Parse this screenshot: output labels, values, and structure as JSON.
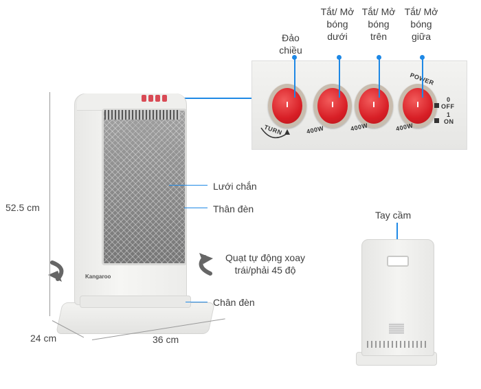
{
  "buttons": {
    "reverse": {
      "label": "Đảo chiều"
    },
    "bottom_bulb": {
      "label": "Tắt/ Mở bóng dưới"
    },
    "top_bulb": {
      "label": "Tắt/ Mở bóng trên"
    },
    "middle_bulb": {
      "label": "Tắt/ Mở bóng giữa"
    }
  },
  "panel": {
    "turn": "TURN",
    "power": "POWER",
    "watt_1": "400W",
    "watt_2": "400W",
    "watt_3": "400W",
    "off_num": "0",
    "off_label": "OFF",
    "on_num": "1",
    "on_label": "ON"
  },
  "parts": {
    "grill": "Lưới chắn",
    "body": "Thân đèn",
    "base": "Chân đèn",
    "handle": "Tay cầm",
    "oscillation": "Quạt tự động xoay trái/phải 45 độ"
  },
  "dimensions": {
    "height": "52.5 cm",
    "depth": "24 cm",
    "width": "36 cm"
  },
  "heater": {
    "brand": "Kangaroo"
  },
  "colors": {
    "accent": "#1e88e5",
    "switch": "#d81f26"
  }
}
